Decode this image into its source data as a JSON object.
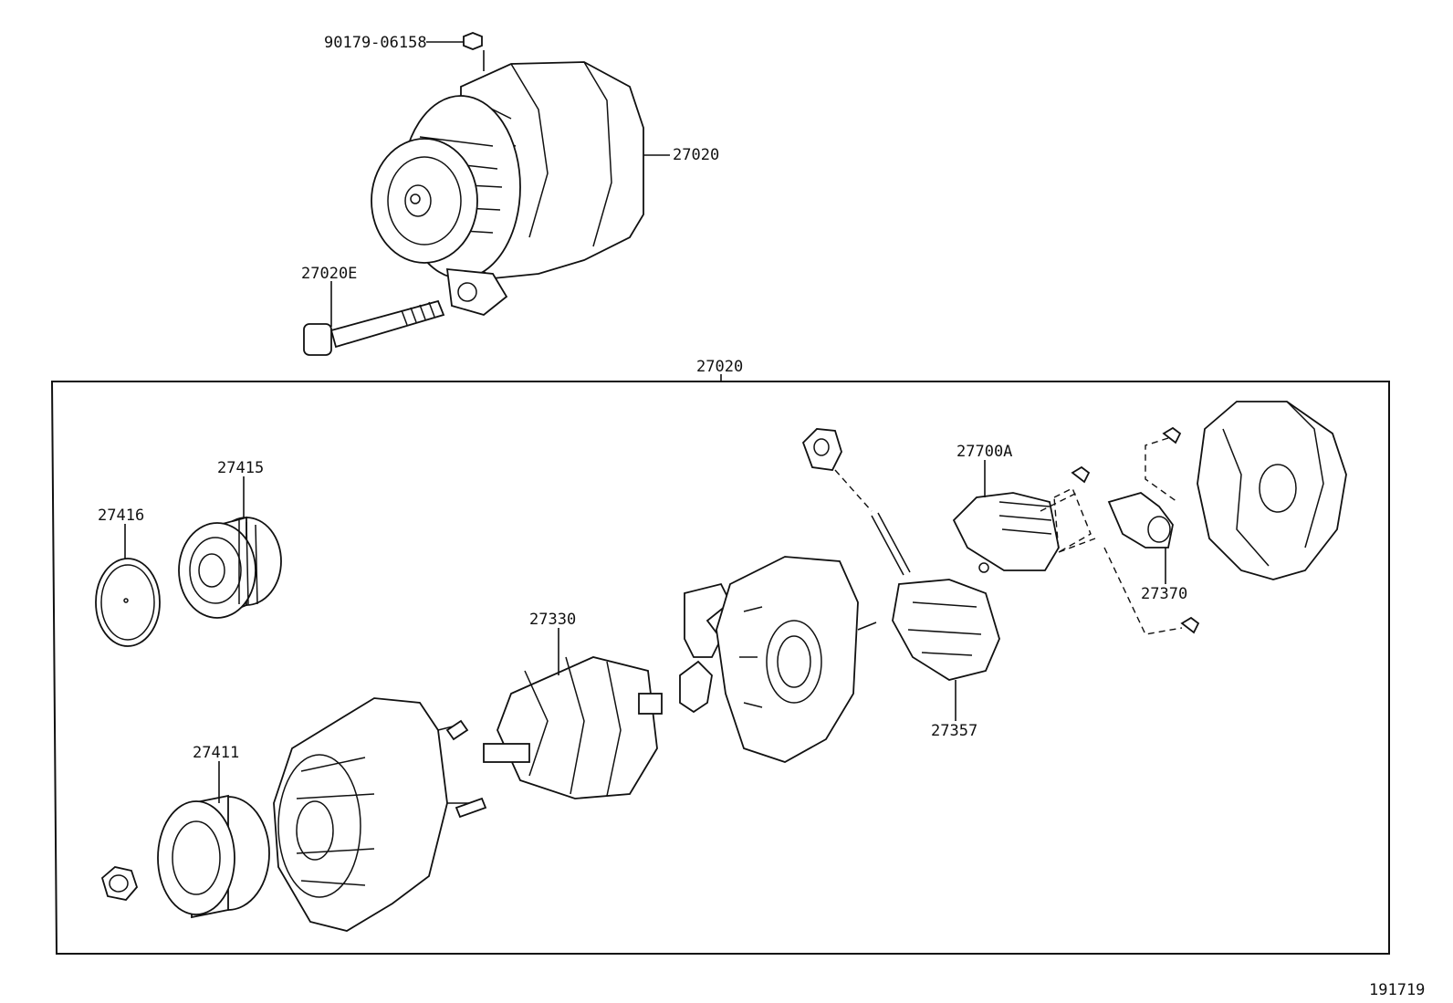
{
  "diagram_id": "191719",
  "callouts": {
    "nut_top": "90179-06158",
    "alternator_assy_top": "27020",
    "bolt": "27020E",
    "exploded_assy": "27020",
    "pulley_415": "27415",
    "cover_416": "27416",
    "rotor": "27330",
    "pulley_411": "27411",
    "regulator": "27700A",
    "brush_holder": "27370",
    "rectifier": "27357"
  },
  "colors": {
    "line": "#111111",
    "background": "#ffffff"
  }
}
